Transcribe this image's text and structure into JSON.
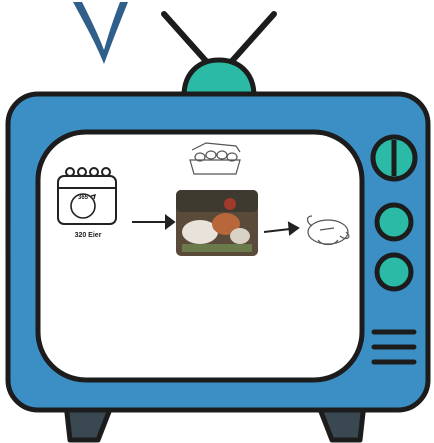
{
  "calendar": {
    "day_count": "365",
    "label": "320 Eier"
  },
  "colors": {
    "tv_body": "#3c8fc4",
    "tv_outline": "#1c1c1c",
    "knob": "#2bbaa6",
    "antenna_ball": "#2bbaa6",
    "legs": "#3a4852",
    "stroke_top_left": "#2f5f8a",
    "screen": "#ffffff"
  },
  "icons": [
    "antenna-icon",
    "calendar-icon",
    "arrow-right-icon",
    "egg-carton-icon",
    "chicken-photo",
    "roast-chicken-icon",
    "knob-icon",
    "speaker-grille-icon"
  ]
}
